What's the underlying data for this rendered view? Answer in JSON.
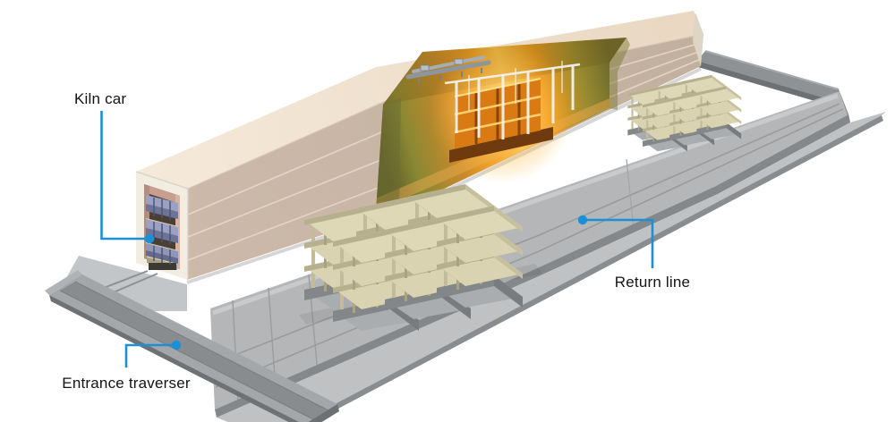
{
  "labels": {
    "kiln_car": "Kiln car",
    "return_line": "Return line",
    "entrance_traverser": "Entrance traverser"
  },
  "colors": {
    "leader_blue": "#1b8fd8",
    "kiln_roof_beige": "#f2e4d2",
    "kiln_wall_beige": "#c9b7a6",
    "kiln_face_cream": "#f2ede1",
    "firing_glow_core": "#ffc84f",
    "firing_glow_edge": "#6a692e",
    "track_gray": "#b4b6b8",
    "traverser_gray": "#8f9295",
    "kiln_furniture_tan": "#d9d3b1",
    "ware_blue_gray": "#8a91b5"
  }
}
